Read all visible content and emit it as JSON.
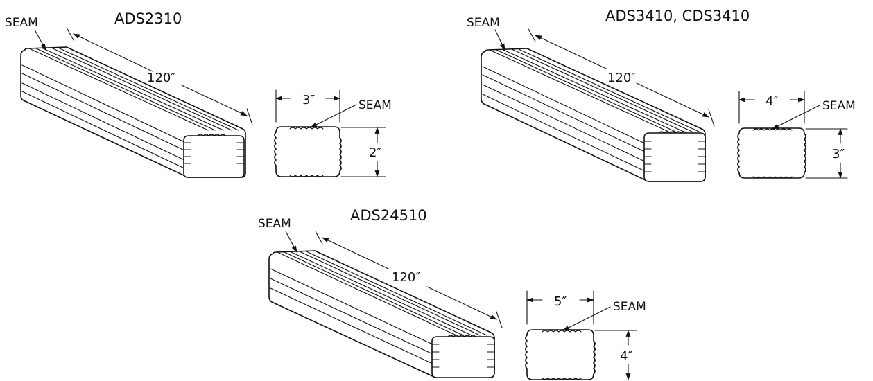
{
  "products": [
    {
      "model": "ADS2310",
      "length": "120″",
      "width": "3″",
      "height": "2″",
      "seam_label": "SEAM",
      "section_seam_label": "SEAM"
    },
    {
      "model": "ADS3410, CDS3410",
      "length": "120″",
      "width": "4″",
      "height": "3″",
      "seam_label": "SEAM",
      "section_seam_label": "SEAM"
    },
    {
      "model": "ADS24510",
      "length": "120″",
      "width": "5″",
      "height": "4″",
      "seam_label": "SEAM",
      "section_seam_label": "SEAM"
    }
  ],
  "colors": {
    "ink": "#111111",
    "background": "#ffffff"
  }
}
